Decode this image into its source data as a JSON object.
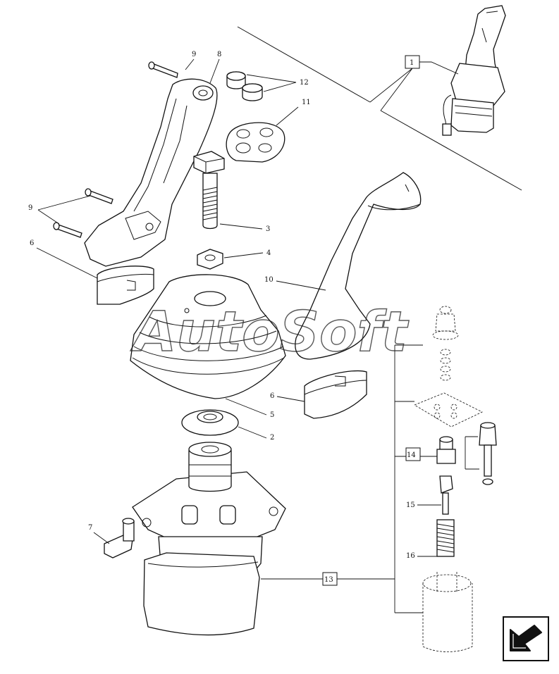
{
  "watermark": "AutoSoft",
  "callouts": {
    "c1": "1",
    "c2": "2",
    "c3": "3",
    "c4": "4",
    "c5": "5",
    "c6a": "6",
    "c6b": "6",
    "c7": "7",
    "c8": "8",
    "c9a": "9",
    "c9b": "9",
    "c10": "10",
    "c11": "11",
    "c12": "12",
    "c13": "13",
    "c14": "14",
    "c15": "15",
    "c16": "16"
  },
  "nav": {
    "icon": "next-page-arrow-icon"
  }
}
